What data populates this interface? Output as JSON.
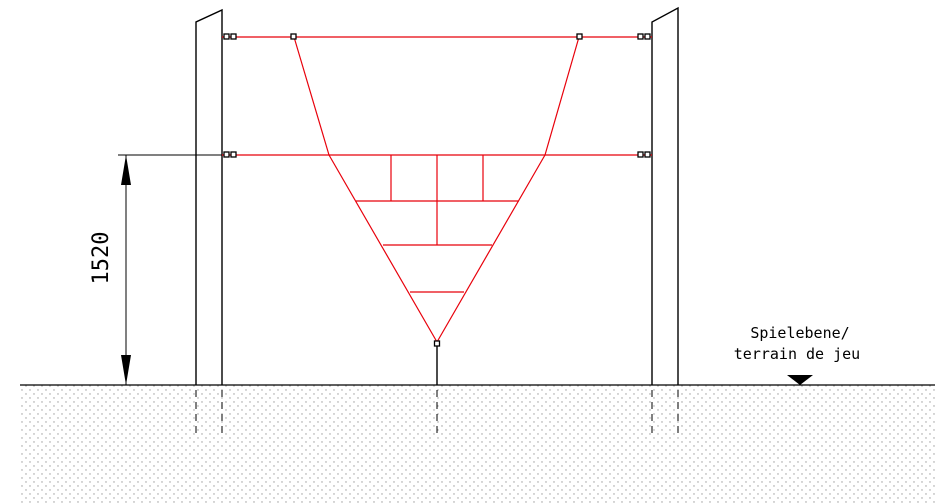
{
  "dimension": {
    "height_value": "1520"
  },
  "ground_label": {
    "line1": "Spielebene/",
    "line2": "terrain de jeu"
  },
  "colors": {
    "structure": "#000000",
    "net": "#e8000b",
    "ground_dots": "#9a9a9a",
    "background": "#ffffff"
  }
}
